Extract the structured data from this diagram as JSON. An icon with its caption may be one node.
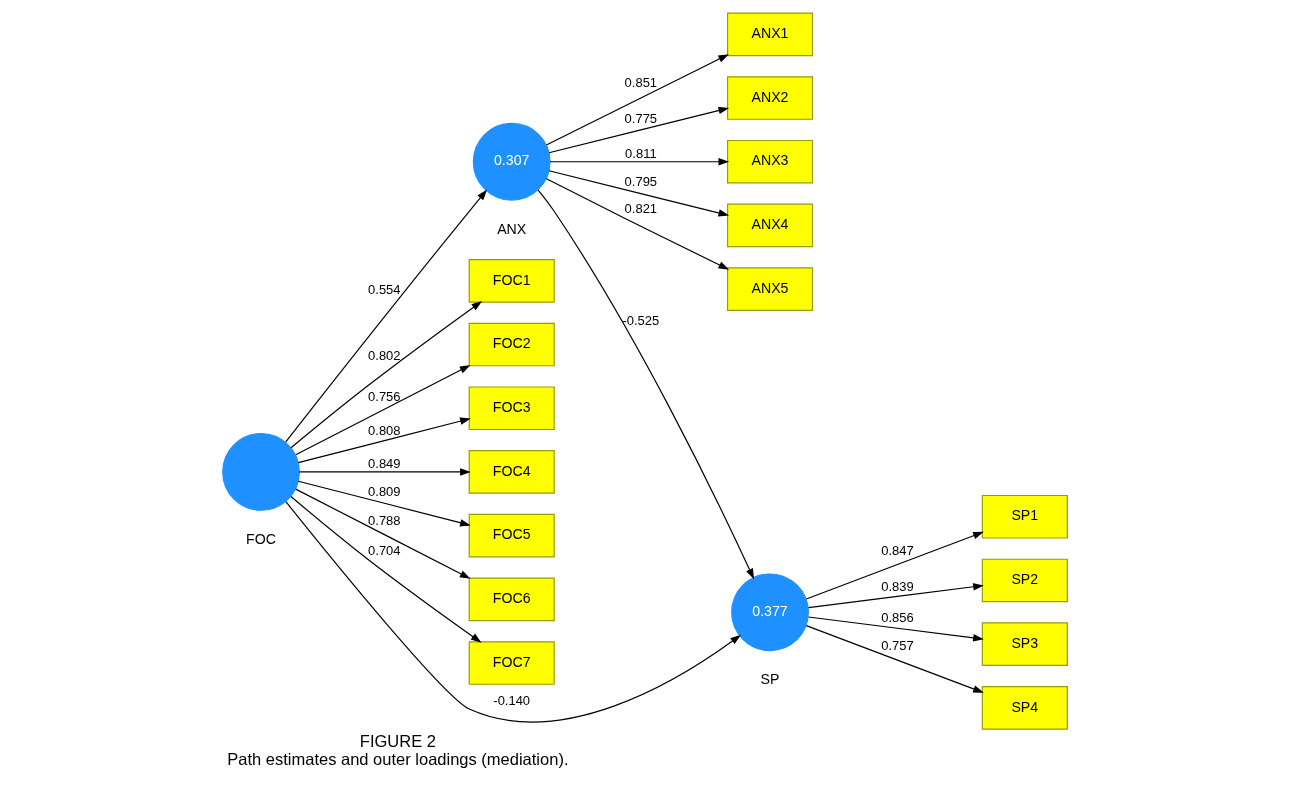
{
  "diagram": {
    "title": "FIGURE 2",
    "caption": "Path estimates and outer loadings (mediation).",
    "nodes": [
      {
        "text": [
          "ANX1"
        ]
      },
      {
        "text": [
          "ANX2"
        ]
      },
      {
        "text": [
          "ANX3"
        ]
      },
      {
        "text": [
          "ANX4"
        ]
      },
      {
        "text": [
          "ANX5"
        ]
      },
      {
        "text": [
          "0.307"
        ],
        "beside": [
          "ANX"
        ]
      },
      {
        "text": [
          "FOC1"
        ]
      },
      {
        "text": [
          "FOC2"
        ]
      },
      {
        "text": [
          "FOC3"
        ]
      },
      {
        "text": [
          "FOC4"
        ]
      },
      {
        "text": [
          "FOC5"
        ]
      },
      {
        "text": [
          "FOC6"
        ]
      },
      {
        "text": [
          "FOC7"
        ]
      },
      {
        "text": [],
        "shape": "circle",
        "beside": [
          "FOC"
        ]
      },
      {
        "text": [
          "SP1"
        ]
      },
      {
        "text": [
          "SP2"
        ]
      },
      {
        "text": [
          "SP3"
        ]
      },
      {
        "text": [
          "SP4"
        ]
      },
      {
        "text": [
          "0.377"
        ],
        "beside": [
          "SP"
        ]
      }
    ],
    "edges": [
      {
        "from": 5,
        "to": 0,
        "arrow": "to",
        "label": "0.851"
      },
      {
        "from": 5,
        "to": 1,
        "arrow": "to",
        "label": "0.775"
      },
      {
        "from": 5,
        "to": 2,
        "arrow": "to",
        "label": "0.811"
      },
      {
        "from": 5,
        "to": 3,
        "arrow": "to",
        "label": "0.795"
      },
      {
        "from": 5,
        "to": 4,
        "arrow": "to",
        "label": "0.821"
      },
      {
        "from": 13,
        "to": 6,
        "arrow": "to",
        "label": "0.802"
      },
      {
        "from": 13,
        "to": 7,
        "arrow": "to",
        "label": "0.756"
      },
      {
        "from": 13,
        "to": 8,
        "arrow": "to",
        "label": "0.808"
      },
      {
        "from": 13,
        "to": 9,
        "arrow": "to",
        "label": "0.849"
      },
      {
        "from": 13,
        "to": 10,
        "arrow": "to",
        "label": "0.809"
      },
      {
        "from": 13,
        "to": 11,
        "arrow": "to",
        "label": "0.788"
      },
      {
        "from": 13,
        "to": 12,
        "arrow": "to",
        "label": "0.704"
      },
      {
        "from": 13,
        "to": 5,
        "arrow": "to",
        "label": "0.554"
      },
      {
        "from": 5,
        "to": 18,
        "arrow": "to",
        "label": "-0.525"
      },
      {
        "from": 13,
        "to": 18,
        "arrow": "to",
        "label": "-0.140"
      },
      {
        "from": 18,
        "to": 14,
        "arrow": "to",
        "label": "0.847"
      },
      {
        "from": 18,
        "to": 15,
        "arrow": "to",
        "label": "0.839"
      },
      {
        "from": 18,
        "to": 16,
        "arrow": "to",
        "label": "0.856"
      },
      {
        "from": 18,
        "to": 17,
        "arrow": "to",
        "label": "0.757"
      }
    ]
  }
}
